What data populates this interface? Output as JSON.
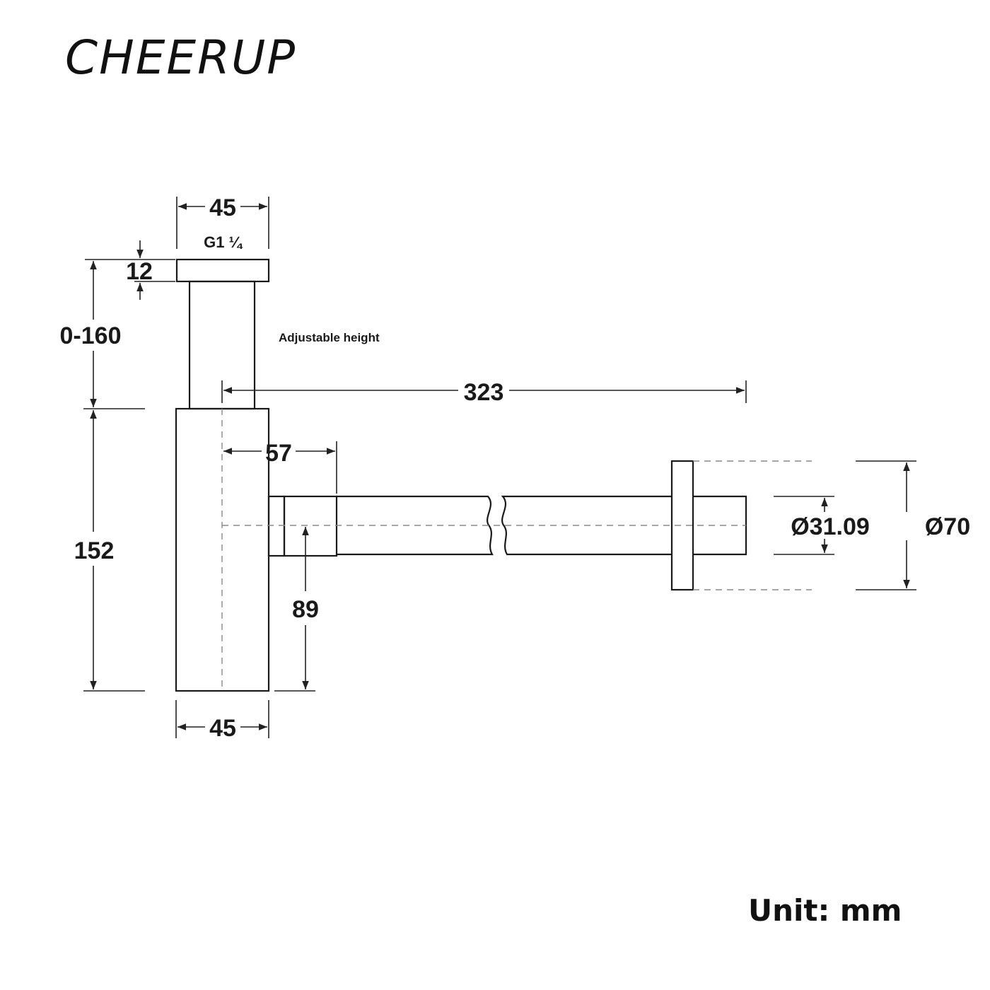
{
  "brand": "CHEERUP",
  "dimensions": {
    "top_width": "45",
    "thread": "G1 ¼",
    "cap_height": "12",
    "adjust_range": "0-160",
    "adjust_note": "Adjustable height",
    "pipe_length": "323",
    "offset": "57",
    "body_height": "152",
    "outlet_height": "89",
    "bottom_width": "45",
    "pipe_diameter": "Ø31.09",
    "flange_diameter": "Ø70"
  },
  "unit_label": "Unit: mm",
  "colors": {
    "line": "#1a1a1a",
    "hidden_line": "#888888",
    "background": "#ffffff"
  }
}
